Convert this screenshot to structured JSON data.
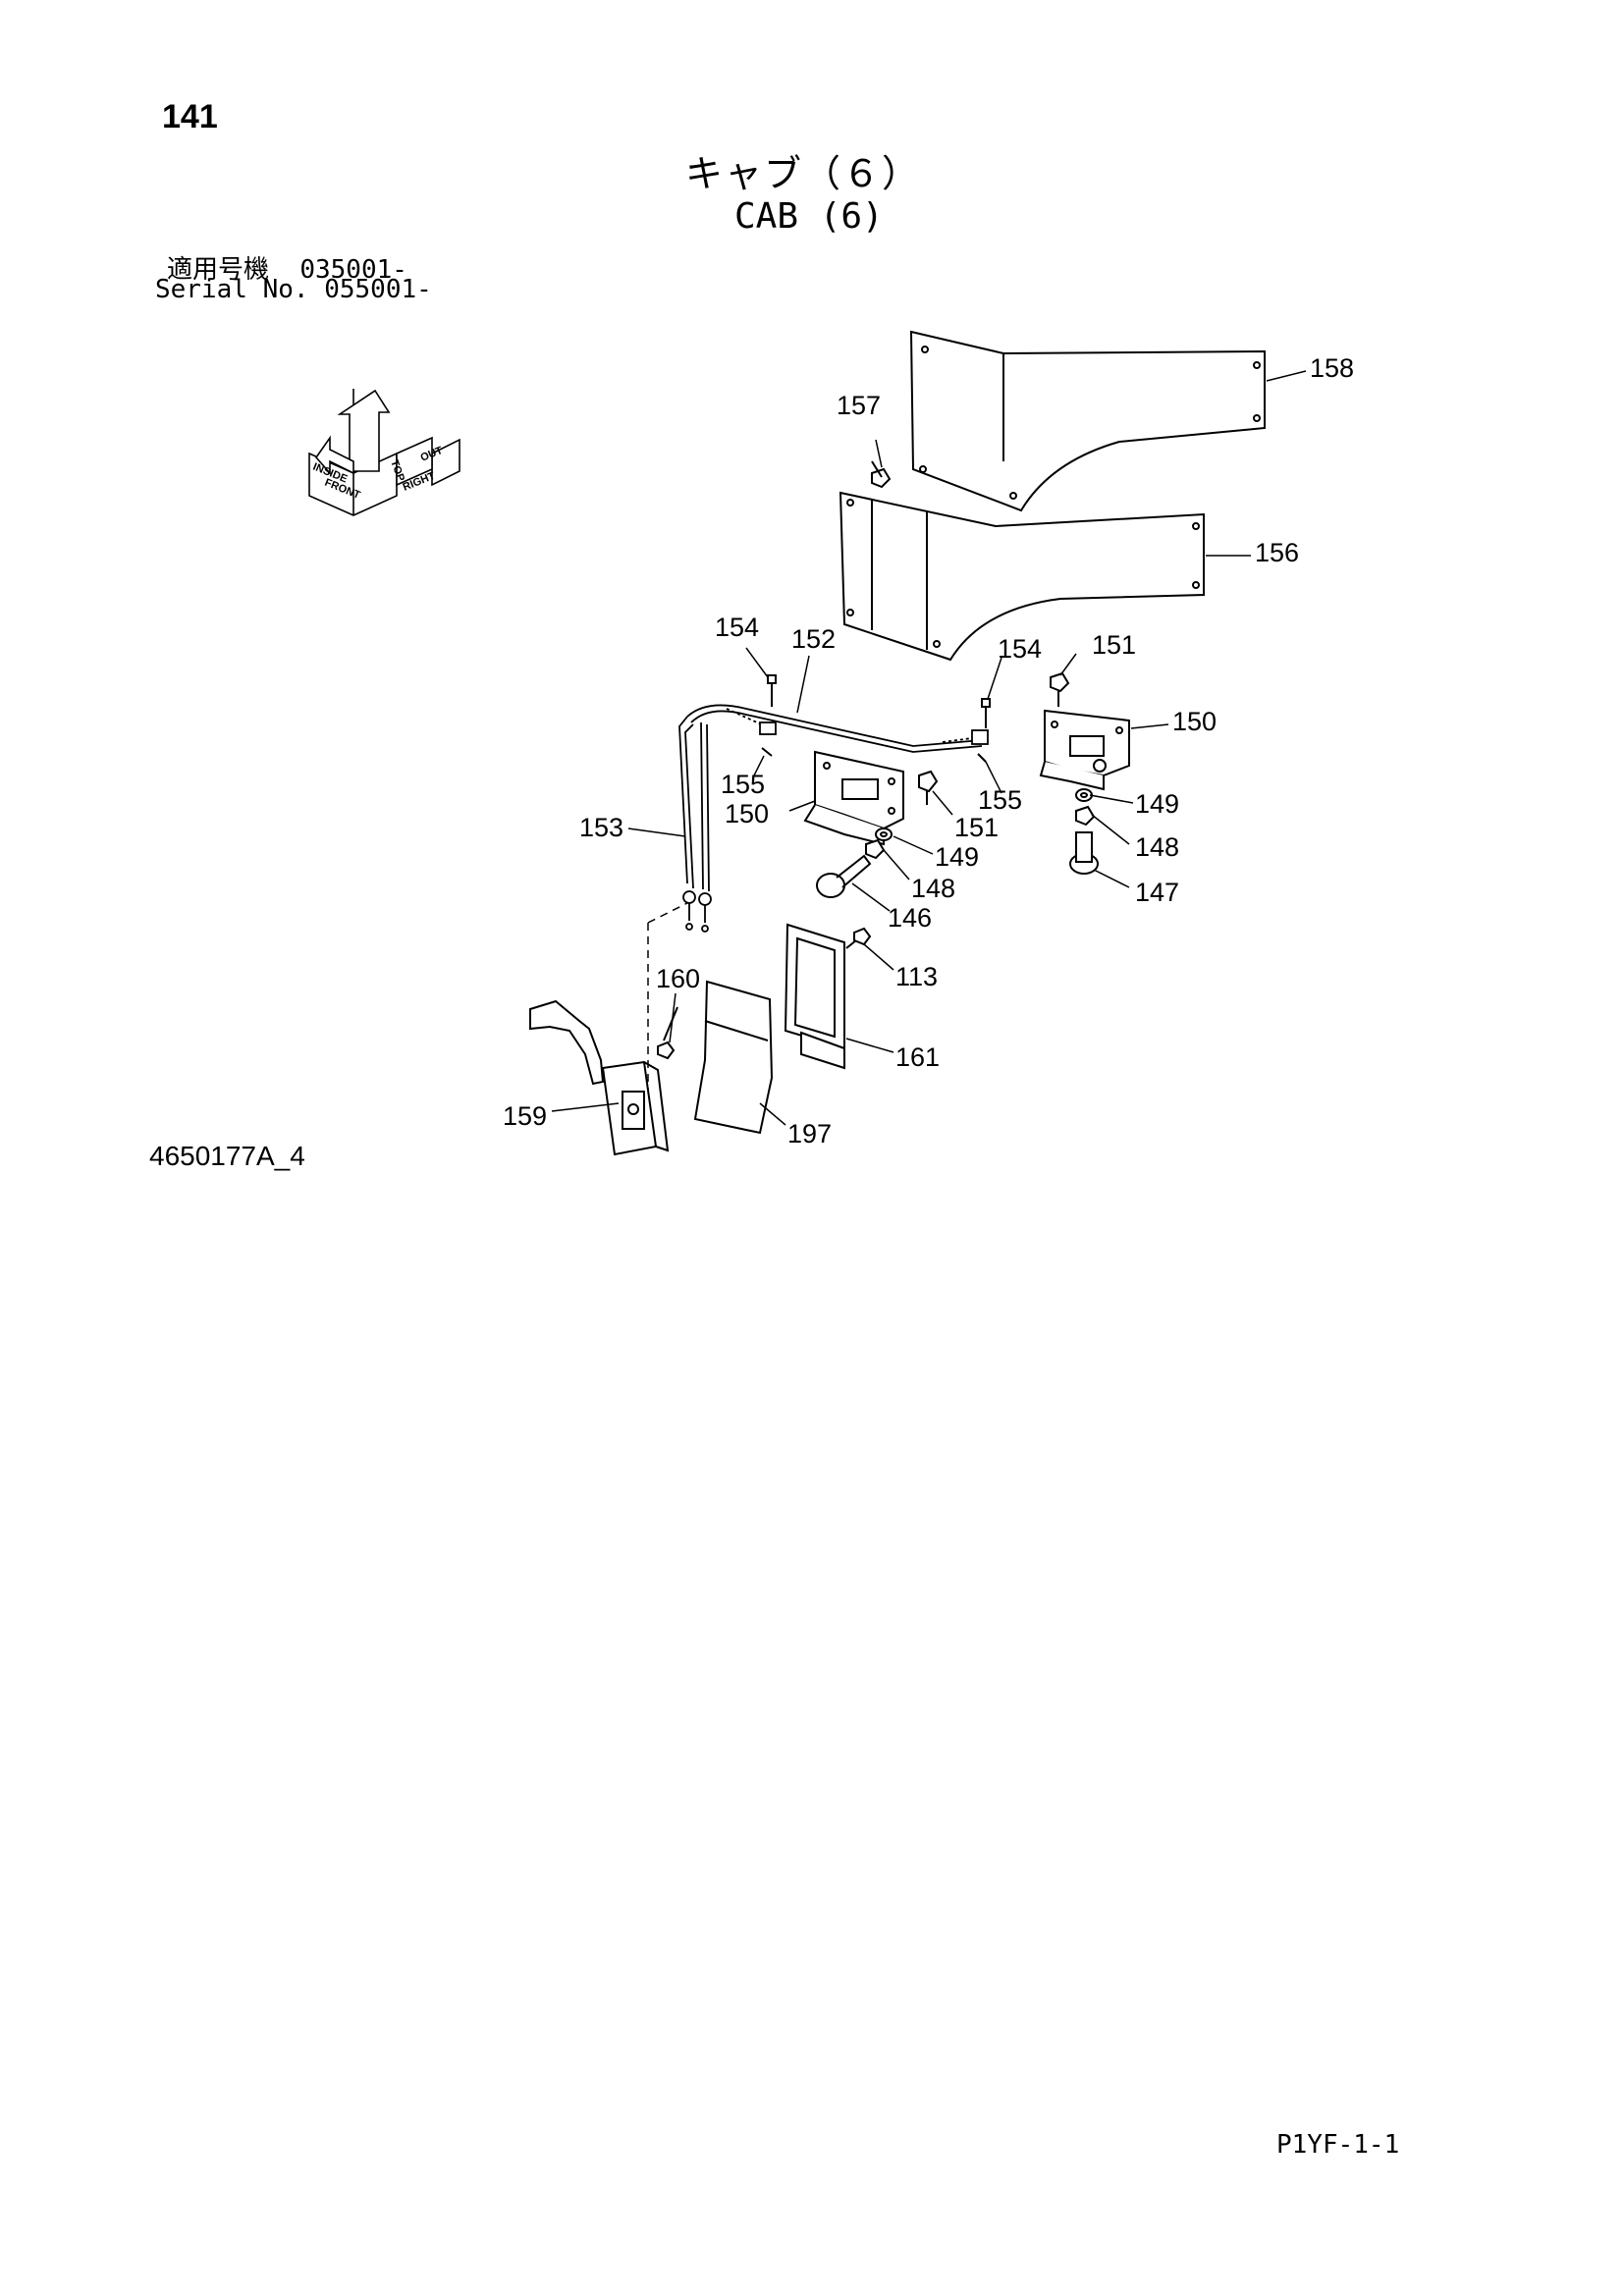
{
  "header": {
    "page_number": "141",
    "title_jp": "キャブ（６）",
    "title_en": "CAB (6)",
    "serial_label_jp": "適用号機",
    "serial_value_jp": "035001-",
    "serial_label_en": "Serial No.",
    "serial_value_en": "055001-"
  },
  "orientation": {
    "front": "FRONT",
    "top": "TOP",
    "right": "RIGHT",
    "inside": "INSIDE",
    "out": "OUT"
  },
  "callouts": [
    {
      "id": "158",
      "text": "158"
    },
    {
      "id": "157",
      "text": "157"
    },
    {
      "id": "156",
      "text": "156"
    },
    {
      "id": "154a",
      "text": "154"
    },
    {
      "id": "152",
      "text": "152"
    },
    {
      "id": "154b",
      "text": "154"
    },
    {
      "id": "151a",
      "text": "151"
    },
    {
      "id": "150a",
      "text": "150"
    },
    {
      "id": "155a",
      "text": "155"
    },
    {
      "id": "150b",
      "text": "150"
    },
    {
      "id": "151b",
      "text": "151"
    },
    {
      "id": "155b",
      "text": "155"
    },
    {
      "id": "149a",
      "text": "149"
    },
    {
      "id": "153",
      "text": "153"
    },
    {
      "id": "149b",
      "text": "149"
    },
    {
      "id": "148a",
      "text": "148"
    },
    {
      "id": "148b",
      "text": "148"
    },
    {
      "id": "146",
      "text": "146"
    },
    {
      "id": "147",
      "text": "147"
    },
    {
      "id": "113",
      "text": "113"
    },
    {
      "id": "160",
      "text": "160"
    },
    {
      "id": "161",
      "text": "161"
    },
    {
      "id": "159",
      "text": "159"
    },
    {
      "id": "197",
      "text": "197"
    }
  ],
  "footer": {
    "drawing_number": "4650177A_4",
    "page_code": "P1YF-1-1"
  }
}
